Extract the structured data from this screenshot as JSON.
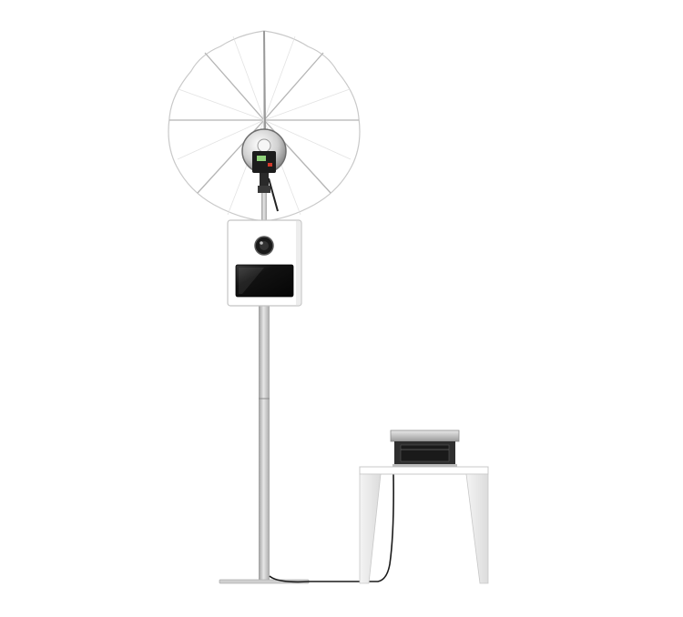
{
  "scene": {
    "background": "#ffffff",
    "objects": [
      "photo-umbrella",
      "studio-flash-head",
      "photo-booth-box",
      "booth-camera-lens",
      "booth-touch-screen",
      "support-pole",
      "floor-base-plate",
      "power-cable",
      "side-table",
      "photo-printer"
    ]
  },
  "colors": {
    "umbrella_fabric": "#ffffff",
    "umbrella_rib": "#b8b8b8",
    "pole": "#bdbdbd",
    "booth_body": "#ffffff",
    "screen": "#111111",
    "cable": "#1a1a1a",
    "printer": "#d6d6d6"
  }
}
